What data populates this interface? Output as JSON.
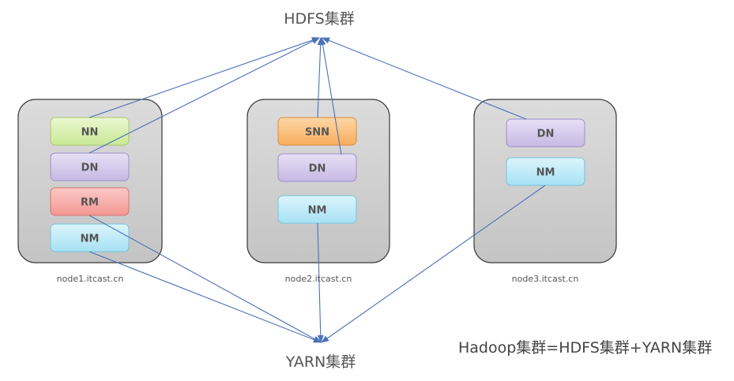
{
  "hdfs_title": "HDFS集群",
  "yarn_title": "YARN集群",
  "formula": "Hadoop集群=HDFS集群+YARN集群",
  "colors": {
    "node_fill": "#d2d2d2",
    "node_stroke": "#3a3a3a",
    "edge": "#4a72b8",
    "nn": "#d6efaa",
    "snn": "#fbc07a",
    "dn": "#d2c7ea",
    "rm": "#f7aaa6",
    "nm": "#b9e9f7"
  },
  "nodes": [
    {
      "host": "node1.itcast.cn",
      "roles": [
        {
          "label": "NN",
          "kind": "nn"
        },
        {
          "label": "DN",
          "kind": "dn"
        },
        {
          "label": "RM",
          "kind": "rm"
        },
        {
          "label": "NM",
          "kind": "nm"
        }
      ]
    },
    {
      "host": "node2.itcast.cn",
      "roles": [
        {
          "label": "SNN",
          "kind": "snn"
        },
        {
          "label": "DN",
          "kind": "dn"
        },
        {
          "label": "NM",
          "kind": "nm"
        }
      ]
    },
    {
      "host": "node3.itcast.cn",
      "roles": [
        {
          "label": "DN",
          "kind": "dn"
        },
        {
          "label": "NM",
          "kind": "nm"
        }
      ]
    }
  ]
}
